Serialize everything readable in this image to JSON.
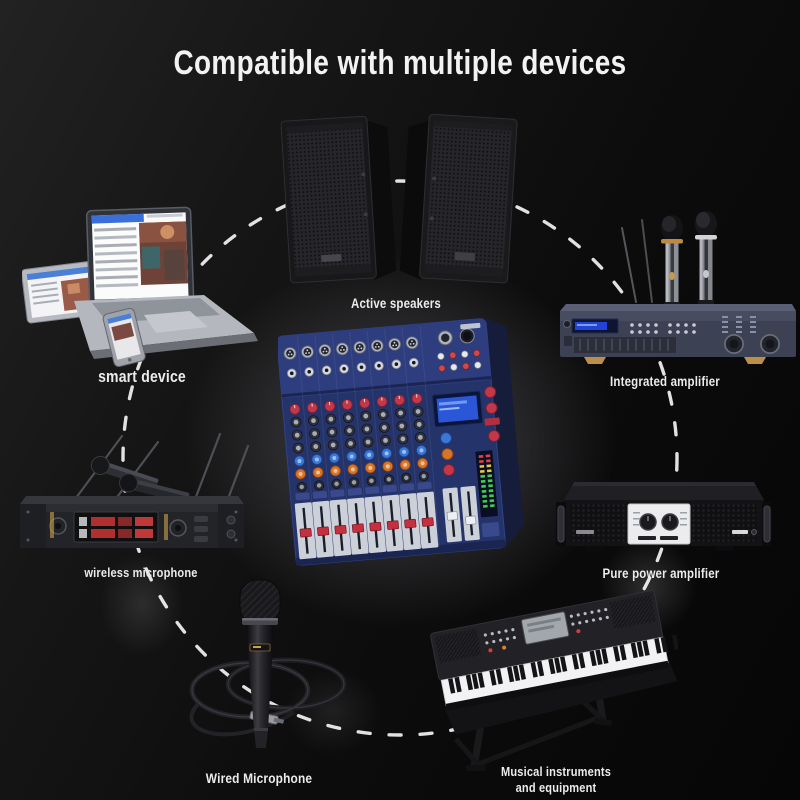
{
  "title": "Compatible with multiple devices",
  "devices": {
    "active_speakers": {
      "label": "Active speakers"
    },
    "smart_device": {
      "label": "smart device"
    },
    "integrated_amplifier": {
      "label": "Integrated amplifier"
    },
    "wireless_microphone": {
      "label": "wireless microphone"
    },
    "pure_power_amplifier": {
      "label": "Pure power amplifier"
    },
    "wired_microphone": {
      "label": "Wired Microphone"
    },
    "musical_instruments": {
      "label_line1": "Musical instruments",
      "label_line2": "and equipment"
    }
  },
  "colors": {
    "background": "#0a0a0a",
    "title_text": "#f2f2f2",
    "label_text": "#ebebeb",
    "dashed_circle": "#ffffff",
    "mixer_body_blue": "#25336b",
    "knob_red": "#c23848",
    "knob_orange": "#d8742a",
    "knob_blue": "#3a78d8",
    "led_green": "#3fd04a"
  }
}
